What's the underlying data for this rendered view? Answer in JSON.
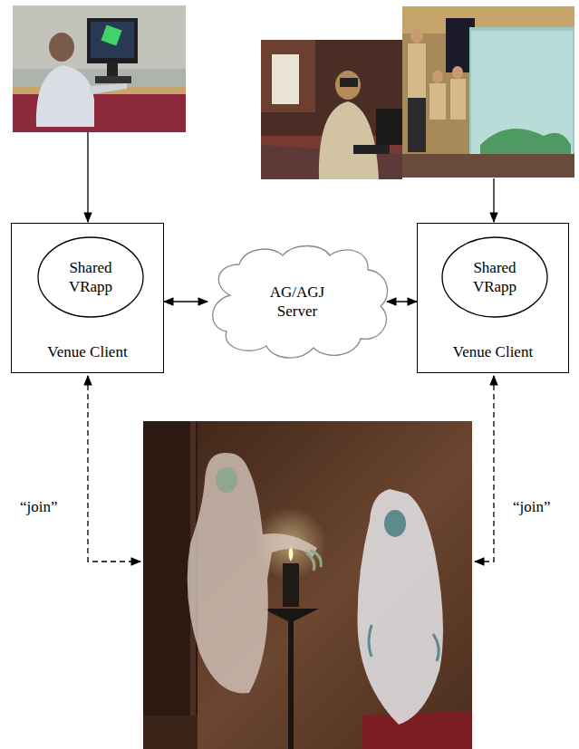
{
  "diagram": {
    "nodes": [
      {
        "text": [
          "Venue Client"
        ]
      },
      {
        "text": [
          "Shared VRapp"
        ],
        "in": 0
      },
      {
        "text": [
          "AG/AGJ Server"
        ]
      },
      {
        "text": [
          "Venue Client"
        ]
      },
      {
        "text": [
          "Shared VRapp"
        ],
        "in": 3
      }
    ],
    "edges": [
      {
        "from": 0,
        "to": 2,
        "arrow": "both"
      },
      {
        "from": 2,
        "to": 3,
        "arrow": "both"
      }
    ],
    "labels": [
      "“join”",
      "“join”"
    ]
  }
}
